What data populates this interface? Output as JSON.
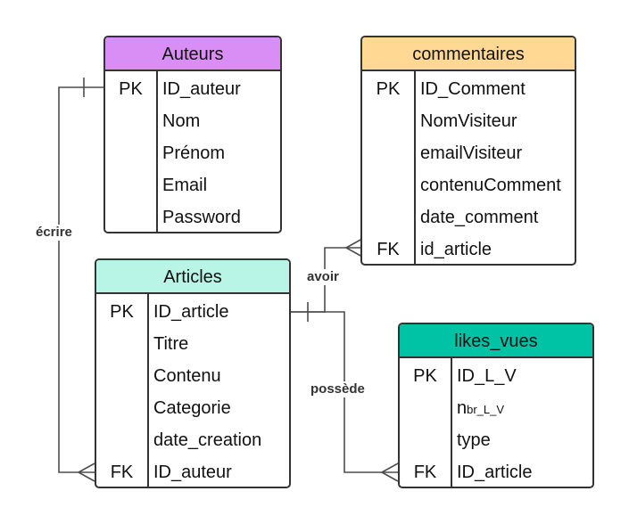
{
  "colors": {
    "auteurs_header": "#d98ef5",
    "commentaires_header": "#ffd894",
    "articles_header": "#b8f5e6",
    "likes_header": "#00c3a5",
    "border": "#333333",
    "line": "#4d4d4d"
  },
  "entities": {
    "auteurs": {
      "title": "Auteurs",
      "rows": [
        {
          "key": "PK",
          "field": "ID_auteur"
        },
        {
          "key": "",
          "field": "Nom"
        },
        {
          "key": "",
          "field": "Prénom"
        },
        {
          "key": "",
          "field": "Email"
        },
        {
          "key": "",
          "field": "Password"
        }
      ]
    },
    "commentaires": {
      "title": "commentaires",
      "rows": [
        {
          "key": "PK",
          "field": "ID_Comment"
        },
        {
          "key": "",
          "field": "NomVisiteur"
        },
        {
          "key": "",
          "field": "emailVisiteur"
        },
        {
          "key": "",
          "field": "contenuComment"
        },
        {
          "key": "",
          "field": "date_comment"
        },
        {
          "key": "FK",
          "field": "id_article"
        }
      ]
    },
    "articles": {
      "title": "Articles",
      "rows": [
        {
          "key": "PK",
          "field": "ID_article"
        },
        {
          "key": "",
          "field": "Titre"
        },
        {
          "key": "",
          "field": "Contenu"
        },
        {
          "key": "",
          "field": "Categorie"
        },
        {
          "key": "",
          "field": "date_creation"
        },
        {
          "key": "FK",
          "field": "ID_auteur"
        }
      ]
    },
    "likes_vues": {
      "title": "likes_vues",
      "rows": [
        {
          "key": "PK",
          "field": "ID_L_V"
        },
        {
          "key": "",
          "field": "nbr_L_V",
          "field_main": "n",
          "field_sub": "br_L_V"
        },
        {
          "key": "",
          "field": "type"
        },
        {
          "key": "FK",
          "field": "ID_article"
        }
      ]
    }
  },
  "relationships": {
    "ecrire": "écrire",
    "avoir": "avoir",
    "possede": "possède"
  }
}
